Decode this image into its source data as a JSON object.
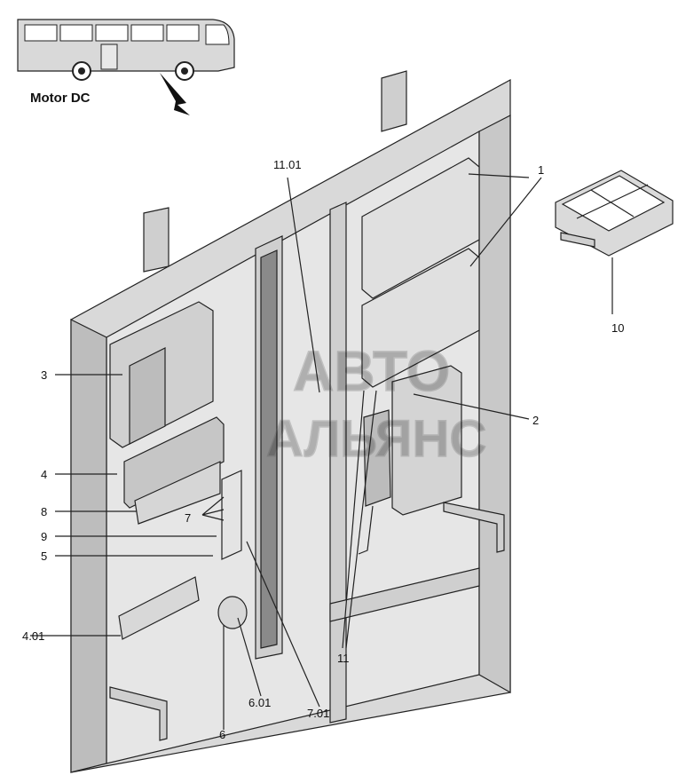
{
  "title": "Motor DC",
  "watermark": {
    "line1": "АВТО",
    "line2": "АЛЬЯНС"
  },
  "callouts": [
    {
      "id": "1",
      "label": "1"
    },
    {
      "id": "2",
      "label": "2"
    },
    {
      "id": "3",
      "label": "3"
    },
    {
      "id": "4",
      "label": "4"
    },
    {
      "id": "4.01",
      "label": "4.01"
    },
    {
      "id": "5",
      "label": "5"
    },
    {
      "id": "6",
      "label": "6"
    },
    {
      "id": "6.01",
      "label": "6.01"
    },
    {
      "id": "7",
      "label": "7"
    },
    {
      "id": "7.01",
      "label": "7.01"
    },
    {
      "id": "8",
      "label": "8"
    },
    {
      "id": "9",
      "label": "9"
    },
    {
      "id": "10",
      "label": "10"
    },
    {
      "id": "11",
      "label": "11"
    },
    {
      "id": "11.01",
      "label": "11.01"
    }
  ],
  "colors": {
    "line": "#222222",
    "panel": "#d9d9d9",
    "panel_dark": "#bdbdbd",
    "background": "#ffffff"
  }
}
